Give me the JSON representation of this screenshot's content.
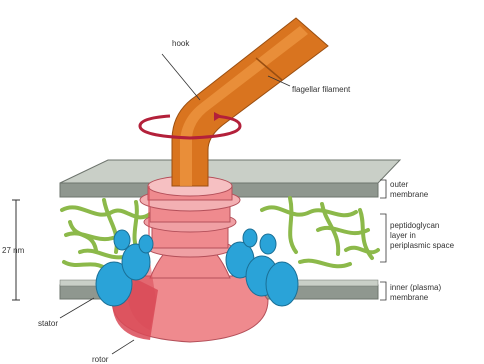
{
  "labels": {
    "hook": "hook",
    "filament": "flagellar filament",
    "outer_membrane": [
      "outer",
      "membrane"
    ],
    "peptidoglycan": [
      "peptidoglycan",
      "layer in",
      "periplasmic space"
    ],
    "inner_membrane": [
      "inner (plasma)",
      "membrane"
    ],
    "dimension": "27 nm",
    "stator": "stator",
    "rotor": "rotor"
  },
  "colors": {
    "filament": "#d9741f",
    "filament_light": "#ef9a45",
    "membrane": "#9aa39a",
    "membrane_top": "#c9cfc7",
    "peptidoglycan": "#9bc25a",
    "motor": "#ef8a8e",
    "motor_dark": "#d94a57",
    "stator": "#2aa3d8",
    "rotation_arrow": "#b3203a"
  }
}
